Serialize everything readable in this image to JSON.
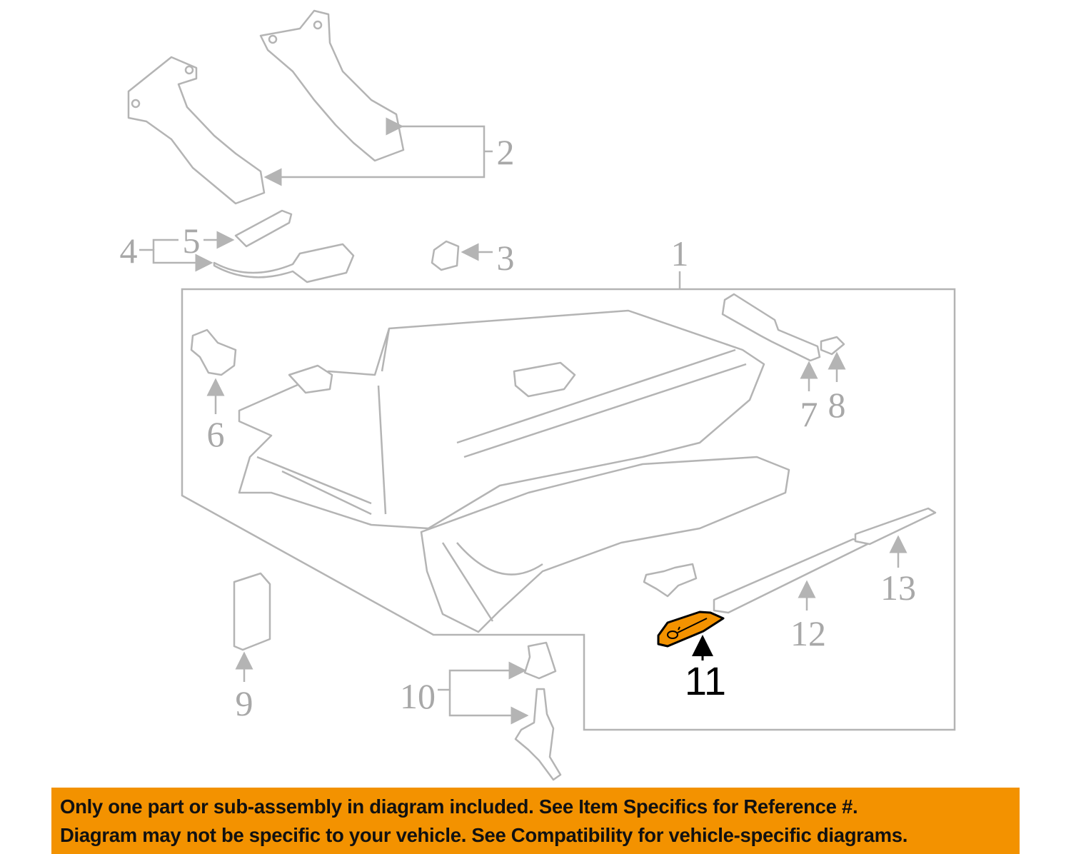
{
  "diagram": {
    "callouts": [
      "1",
      "2",
      "3",
      "4",
      "5",
      "6",
      "7",
      "8",
      "9",
      "10",
      "11",
      "12",
      "13"
    ],
    "highlighted_part": "11",
    "highlight_color": "#f39200"
  },
  "banner": {
    "line1": "Only one part or sub-assembly in diagram included. See Item Specifics for Reference #.",
    "line2": "Diagram may not be specific to your vehicle. See Compatibility for vehicle-specific diagrams."
  }
}
